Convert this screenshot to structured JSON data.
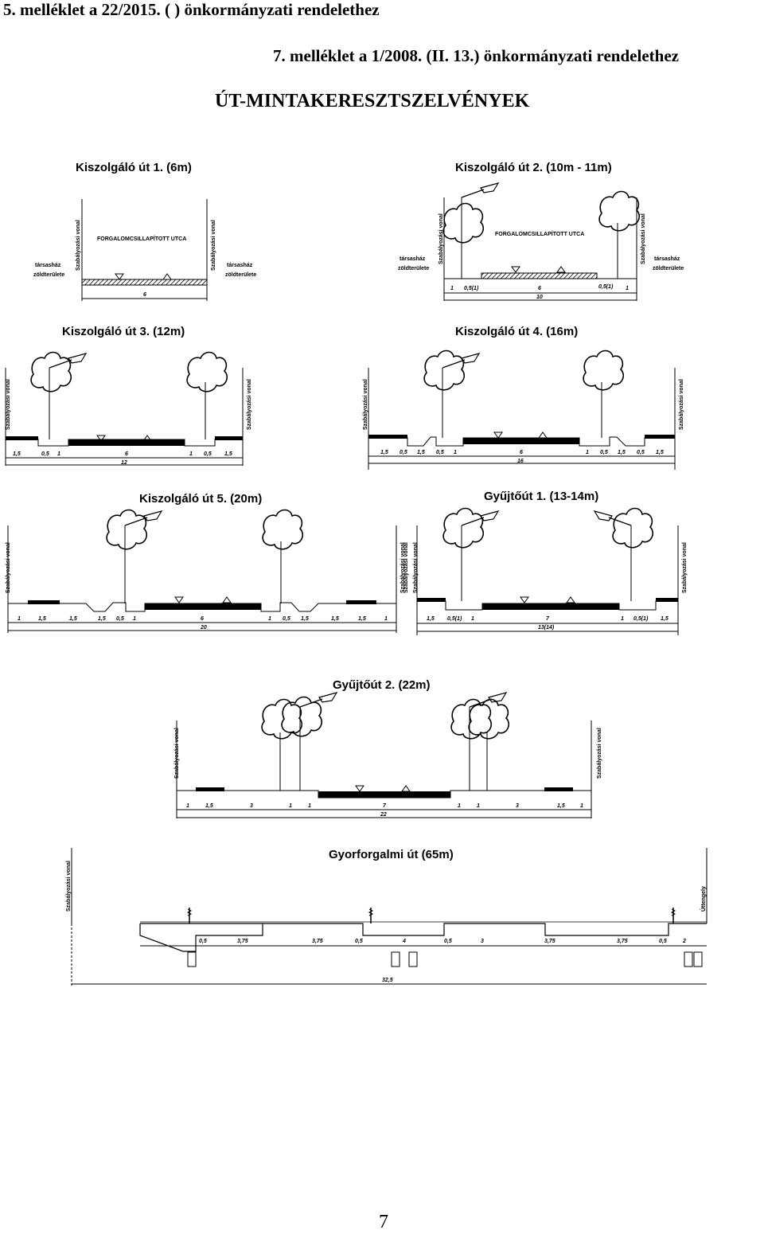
{
  "header": {
    "line1": "5. melléklet a 22/2015. (        ) önkormányzati rendelethez",
    "line2": "7. melléklet a 1/2008. (II. 13.) önkormányzati rendelethez",
    "line3": "ÚT-MINTAKERESZTSZELVÉNYEK"
  },
  "labels": {
    "regulation_line": "Szabályozási vonal",
    "traffic_calmed": "FORGALOMCSILLAPÍTOTT UTCA",
    "green_l1": "társasház",
    "green_l2": "zöldterülete",
    "verge": "Úttengely"
  },
  "sections": [
    {
      "id": "s1",
      "title": "Kiszolgáló út 1. (6m)",
      "dims": [
        "6"
      ]
    },
    {
      "id": "s2",
      "title": "Kiszolgáló út 2. (10m - 11m)",
      "dims": [
        "1",
        "0,5(1)",
        "6",
        "0,5(1)",
        "1",
        "10"
      ]
    },
    {
      "id": "s3",
      "title": "Kiszolgáló út 3. (12m)",
      "dims": [
        "1,5",
        "0,5",
        "1",
        "6",
        "1",
        "0,5",
        "1,5",
        "12"
      ]
    },
    {
      "id": "s4",
      "title": "Kiszolgáló út 4. (16m)",
      "dims": [
        "1,5",
        "0,5",
        "1,5",
        "0,5",
        "1",
        "6",
        "1",
        "0,5",
        "1,5",
        "0,5",
        "1,5",
        "16"
      ]
    },
    {
      "id": "s5",
      "title": "Kiszolgáló út 5. (20m)",
      "dims": [
        "1",
        "1,5",
        "1,5",
        "1,5",
        "0,5",
        "1",
        "6",
        "1",
        "0,5",
        "1,5",
        "1,5",
        "1,5",
        "1",
        "20"
      ]
    },
    {
      "id": "s6",
      "title": "Gyűjtőút 1. (13-14m)",
      "dims": [
        "1,5",
        "0,5(1)",
        "1",
        "7",
        "1",
        "0,5(1)",
        "1,5",
        "13(14)"
      ]
    },
    {
      "id": "s7",
      "title": "Gyűjtőút 2. (22m)",
      "dims": [
        "1",
        "1,5",
        "3",
        "1",
        "1",
        "7",
        "1",
        "1",
        "3",
        "1,5",
        "1",
        "22"
      ]
    },
    {
      "id": "s8",
      "title": "Gyorforgalmi út (65m)",
      "dims": [
        "0,5",
        "3,75",
        "3,75",
        "0,5",
        "4",
        "0,5",
        "3",
        "3,75",
        "3,75",
        "0,5",
        "2",
        "32,5"
      ]
    }
  ],
  "page_number": "7"
}
